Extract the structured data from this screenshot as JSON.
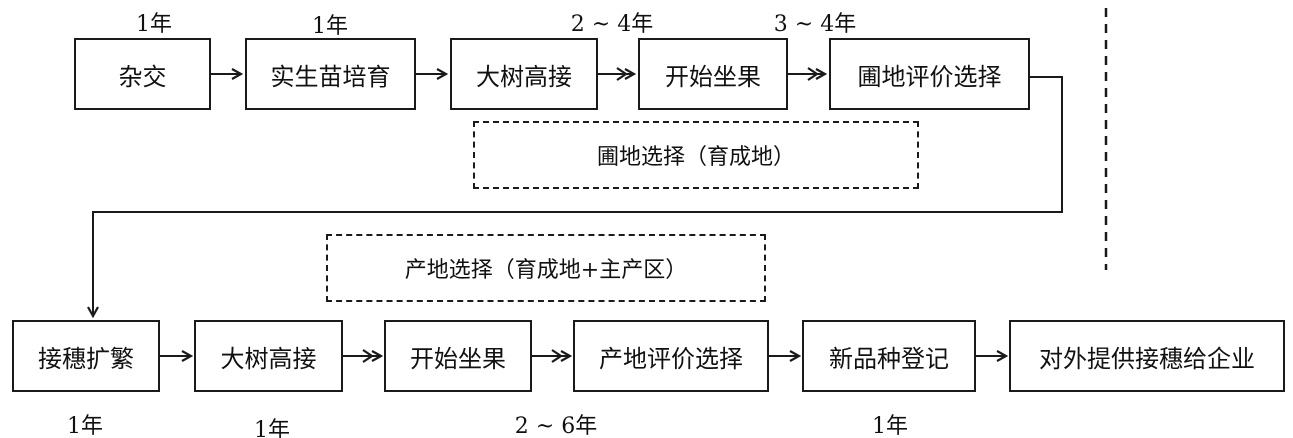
{
  "top_row": {
    "steps": [
      "杂交",
      "实生苗培育",
      "大树高接",
      "开始坐果",
      "圃地评价选择"
    ],
    "durations": [
      "1年",
      "1年",
      "2 ~ 4年",
      "3 ~ 4年"
    ]
  },
  "nursery_note": "圃地选择（育成地）",
  "region_note": "产地选择（育成地+主产区）",
  "bottom_row": {
    "steps": [
      "接穗扩繁",
      "大树高接",
      "开始坐果",
      "产地评价选择",
      "新品种登记",
      "对外提供接穗给企业"
    ],
    "durations": [
      "1年",
      "1年",
      "2 ~ 6年",
      "1年"
    ]
  }
}
